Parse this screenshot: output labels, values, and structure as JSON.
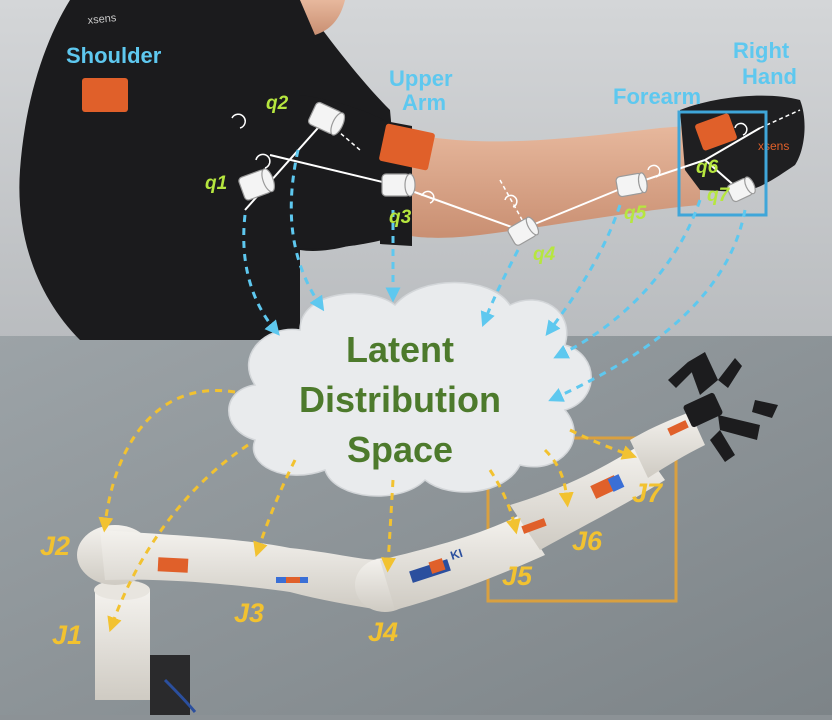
{
  "human_labels": {
    "shoulder": "Shoulder",
    "upper_arm_1": "Upper",
    "upper_arm_2": "Arm",
    "forearm": "Forearm",
    "right_hand_1": "Right",
    "right_hand_2": "Hand"
  },
  "human_joints": [
    "q1",
    "q2",
    "q3",
    "q4",
    "q5",
    "q6",
    "q7"
  ],
  "cloud": {
    "line1": "Latent",
    "line2": "Distribution",
    "line3": "Space"
  },
  "robot_joints": [
    "J1",
    "J2",
    "J3",
    "J4",
    "J5",
    "J6",
    "J7"
  ],
  "sensor_brand": "xsens",
  "robot_brand": "KI",
  "colors": {
    "human_arrow": "#5ec8ef",
    "robot_arrow": "#f2c230",
    "cloud_text": "#4d7a2c",
    "q_label": "#b6e63f",
    "highlight_box_human": "#3fa6d9",
    "highlight_box_robot": "#d9a040",
    "sensor_orange": "#e0602a"
  },
  "icons": [
    "joint-cylinder-icon",
    "rotation-arrow-icon",
    "gripper-icon"
  ]
}
